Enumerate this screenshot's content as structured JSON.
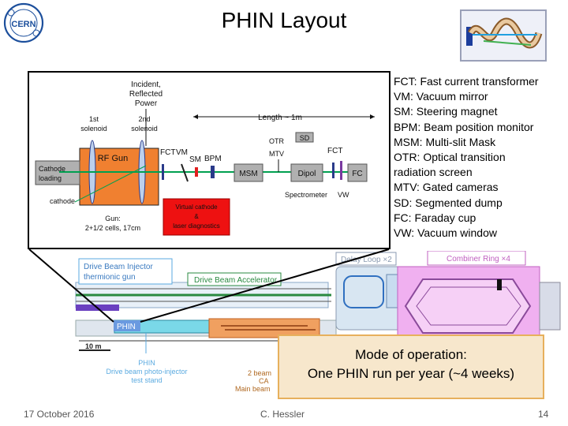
{
  "slide": {
    "title": "PHIN Layout",
    "legend": [
      "FCT: Fast current transformer",
      "VM: Vacuum mirror",
      "SM: Steering magnet",
      "BPM: Beam position monitor",
      "MSM: Multi-slit Mask",
      "OTR: Optical transition",
      "radiation screen",
      "MTV: Gated cameras",
      "SD: Segmented dump",
      "FC: Faraday cup",
      "VW: Vacuum window"
    ],
    "mode": {
      "title": "Mode of operation:",
      "text": "One PHIN run per year (~4 weeks)"
    },
    "footer": {
      "date": "17 October 2016",
      "author": "C. Hessler",
      "page": "14"
    }
  },
  "logos": {
    "cern": "CERN"
  },
  "diagram": {
    "incident": [
      "Incident,",
      "Reflected",
      "Power"
    ],
    "sol1": [
      "1st",
      "solenoid"
    ],
    "sol2": [
      "2nd",
      "solenoid"
    ],
    "length": "Length ~ 1m",
    "cathode_loading": [
      "Cathode",
      "loading"
    ],
    "rf_gun": "RF Gun",
    "cathode": "cathode",
    "gun": [
      "Gun:",
      "2+1/2 cells, 17cm"
    ],
    "fct1": "FCT",
    "vm": "VM",
    "sm": "SM",
    "bpm": "BPM",
    "msm": "MSM",
    "otr": "OTR",
    "mtv": "MTV",
    "sd": "SD",
    "fct2": "FCT",
    "dipol": "Dipol",
    "fc": "FC",
    "spectrometer": "Spectrometer",
    "vw": "VW",
    "virtual": [
      "Virtual cathode",
      "&",
      "laser diagnostics"
    ]
  },
  "map": {
    "drive_injector": [
      "Drive Beam Injector",
      "thermionic gun"
    ],
    "drive_accel": "Drive Beam Accelerator",
    "delay_loop": "Delay Loop ×2",
    "combiner": "Combiner Ring ×4",
    "phin_tag": "PHIN",
    "scale": "10 m",
    "phin_desc": [
      "PHIN",
      "Drive beam photo-injector",
      "test stand"
    ],
    "beam_partial": [
      "2 beam",
      "CA",
      "Main beam"
    ]
  },
  "colors": {
    "rf_gun": "#f08030",
    "red_box": "#ee1111",
    "gray_box": "#b0b0b0",
    "beam": "#00a050",
    "combiner": "#f0b0f0",
    "mode_bg": "#f7e7cc",
    "mode_border": "#e7b05c"
  }
}
